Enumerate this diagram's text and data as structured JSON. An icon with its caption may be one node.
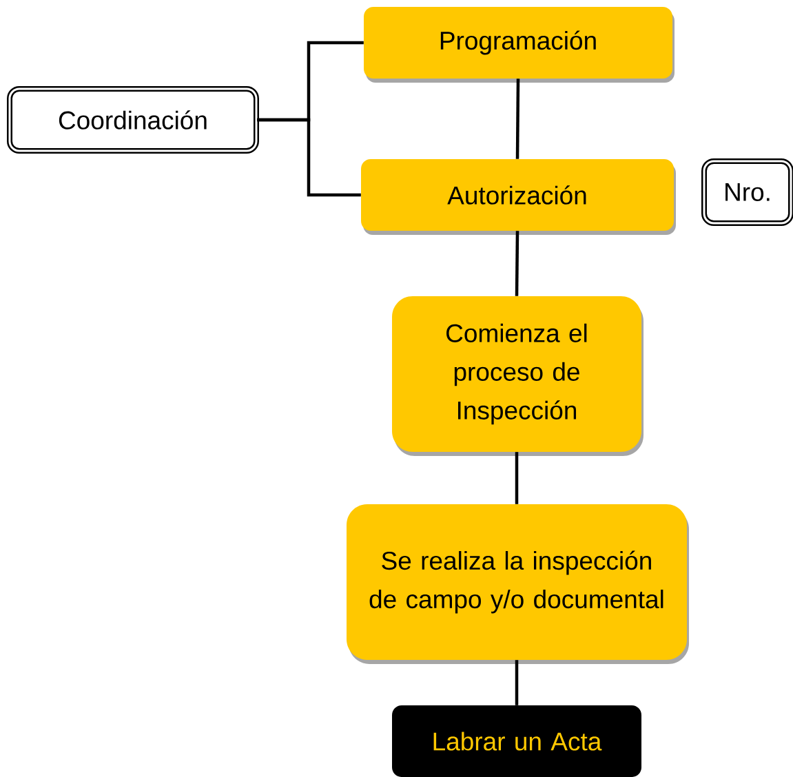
{
  "diagram": {
    "nodes": [
      {
        "text": [
          "Programación"
        ]
      },
      {
        "text": [
          "Coordinación"
        ]
      },
      {
        "text": [
          "Autorización"
        ]
      },
      {
        "text": [
          "Nro."
        ]
      },
      {
        "text": [
          "Comienza el proceso de Inspección"
        ]
      },
      {
        "text": [
          "Se realiza la inspección de campo y/o documental"
        ]
      },
      {
        "text": [
          "Labrar un Acta"
        ]
      }
    ],
    "edges": [
      {
        "from": 1,
        "to": 0,
        "arrow": "none"
      },
      {
        "from": 1,
        "to": 2,
        "arrow": "none"
      },
      {
        "from": 0,
        "to": 2,
        "arrow": "none"
      },
      {
        "from": 2,
        "to": 4,
        "arrow": "none"
      },
      {
        "from": 4,
        "to": 5,
        "arrow": "none"
      },
      {
        "from": 5,
        "to": 6,
        "arrow": "none"
      }
    ]
  }
}
